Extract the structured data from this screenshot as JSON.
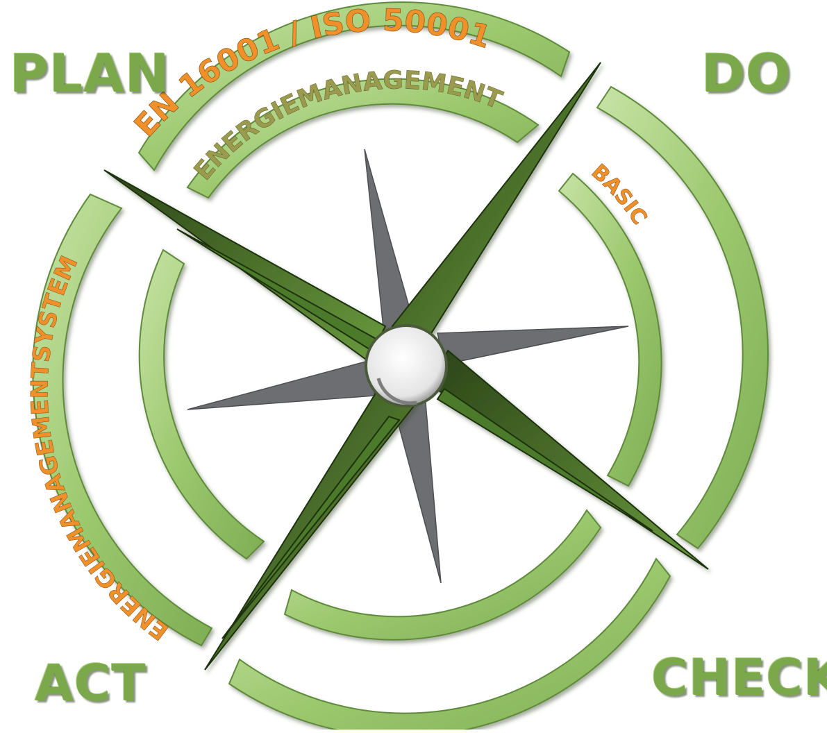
{
  "phases": {
    "plan": "PLAN",
    "do": "DO",
    "check": "CHECK",
    "act": "ACT"
  },
  "arc_labels": {
    "standard": "EN 16001 / ISO 50001",
    "energy_management": "ENERGIEMANAGEMENT",
    "management_system": "ENERGIEMANAGEMENTSYSTEM",
    "basic": "BASIC"
  },
  "colors": {
    "phase_text": "#7aa84a",
    "ring_fill": "#9cc86e",
    "ring_light": "#c3e0a0",
    "ring_edge": "#5f8a3a",
    "orange_text": "#f0902a",
    "olive_text": "#9a9b4e",
    "needle_dark": "#2f4a1a",
    "needle_light": "#5e8a35",
    "gray_star": "#6d6e72",
    "center_ring": "#ffffff"
  },
  "icons": {
    "center": "compass-rose-icon"
  }
}
